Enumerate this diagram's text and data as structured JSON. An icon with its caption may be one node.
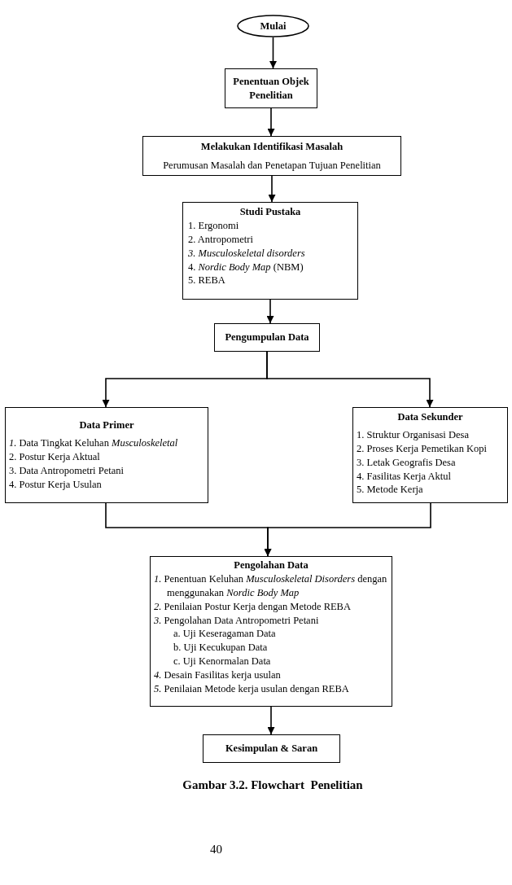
{
  "diagram": {
    "caption": "Gambar 3.2. Flowchart  Penelitian",
    "nodes": [
      {
        "text": [
          "Mulai"
        ]
      },
      {
        "text": [
          "Penentuan Objek Penelitian"
        ]
      },
      {
        "text": [
          "Melakukan Identifikasi Masalah",
          "Perumusan Masalah dan Penetapan Tujuan Penelitian"
        ]
      },
      {
        "text": [
          "Studi Pustaka",
          "1. Ergonomi",
          "2. Antropometri",
          "*3. Musculoskeletal disorders*",
          "4. *Nordic Body Map* (NBM)",
          "5. REBA"
        ]
      },
      {
        "text": [
          "Pengumpulan Data"
        ]
      },
      {
        "text": [
          "Data Primer",
          "*1.* Data Tingkat Keluhan *Musculoskeletal*",
          "2. Postur Kerja Aktual",
          "3. Data Antropometri Petani",
          "4. Postur Kerja Usulan"
        ]
      },
      {
        "text": [
          "Data Sekunder",
          "1. Struktur Organisasi Desa",
          "2. Proses Kerja Pemetikan Kopi",
          "3. Letak Geografis Desa",
          "4. Fasilitas Kerja Aktul",
          "5. Metode Kerja"
        ]
      },
      {
        "text": [
          "Pengolahan Data",
          "*1.* Penentuan Keluhan *Musculoskeletal Disorders* dengan menggunakan *Nordic Body Map*",
          "*2.* Penilaian Postur Kerja dengan Metode REBA",
          "*3.* Pengolahan Data Antropometri Petani",
          "a. Uji Keseragaman Data",
          "b. Uji Kecukupan Data",
          "c. Uji Kenormalan Data",
          "*4.* Desain Fasilitas kerja usulan",
          "*5.* Penilaian Metode kerja usulan dengan REBA"
        ]
      },
      {
        "text": [
          "Kesimpulan & Saran"
        ]
      }
    ],
    "edges": [
      {
        "from": 0,
        "to": 1,
        "arrow": "to"
      },
      {
        "from": 1,
        "to": 2,
        "arrow": "to"
      },
      {
        "from": 2,
        "to": 3,
        "arrow": "to"
      },
      {
        "from": 3,
        "to": 4,
        "arrow": "to"
      },
      {
        "from": 4,
        "to": 5,
        "arrow": "to"
      },
      {
        "from": 4,
        "to": 6,
        "arrow": "to"
      },
      {
        "from": 5,
        "to": 7,
        "arrow": "to"
      },
      {
        "from": 6,
        "to": 7,
        "arrow": "to"
      },
      {
        "from": 7,
        "to": 8,
        "arrow": "to"
      }
    ],
    "labels": [
      "40"
    ]
  }
}
